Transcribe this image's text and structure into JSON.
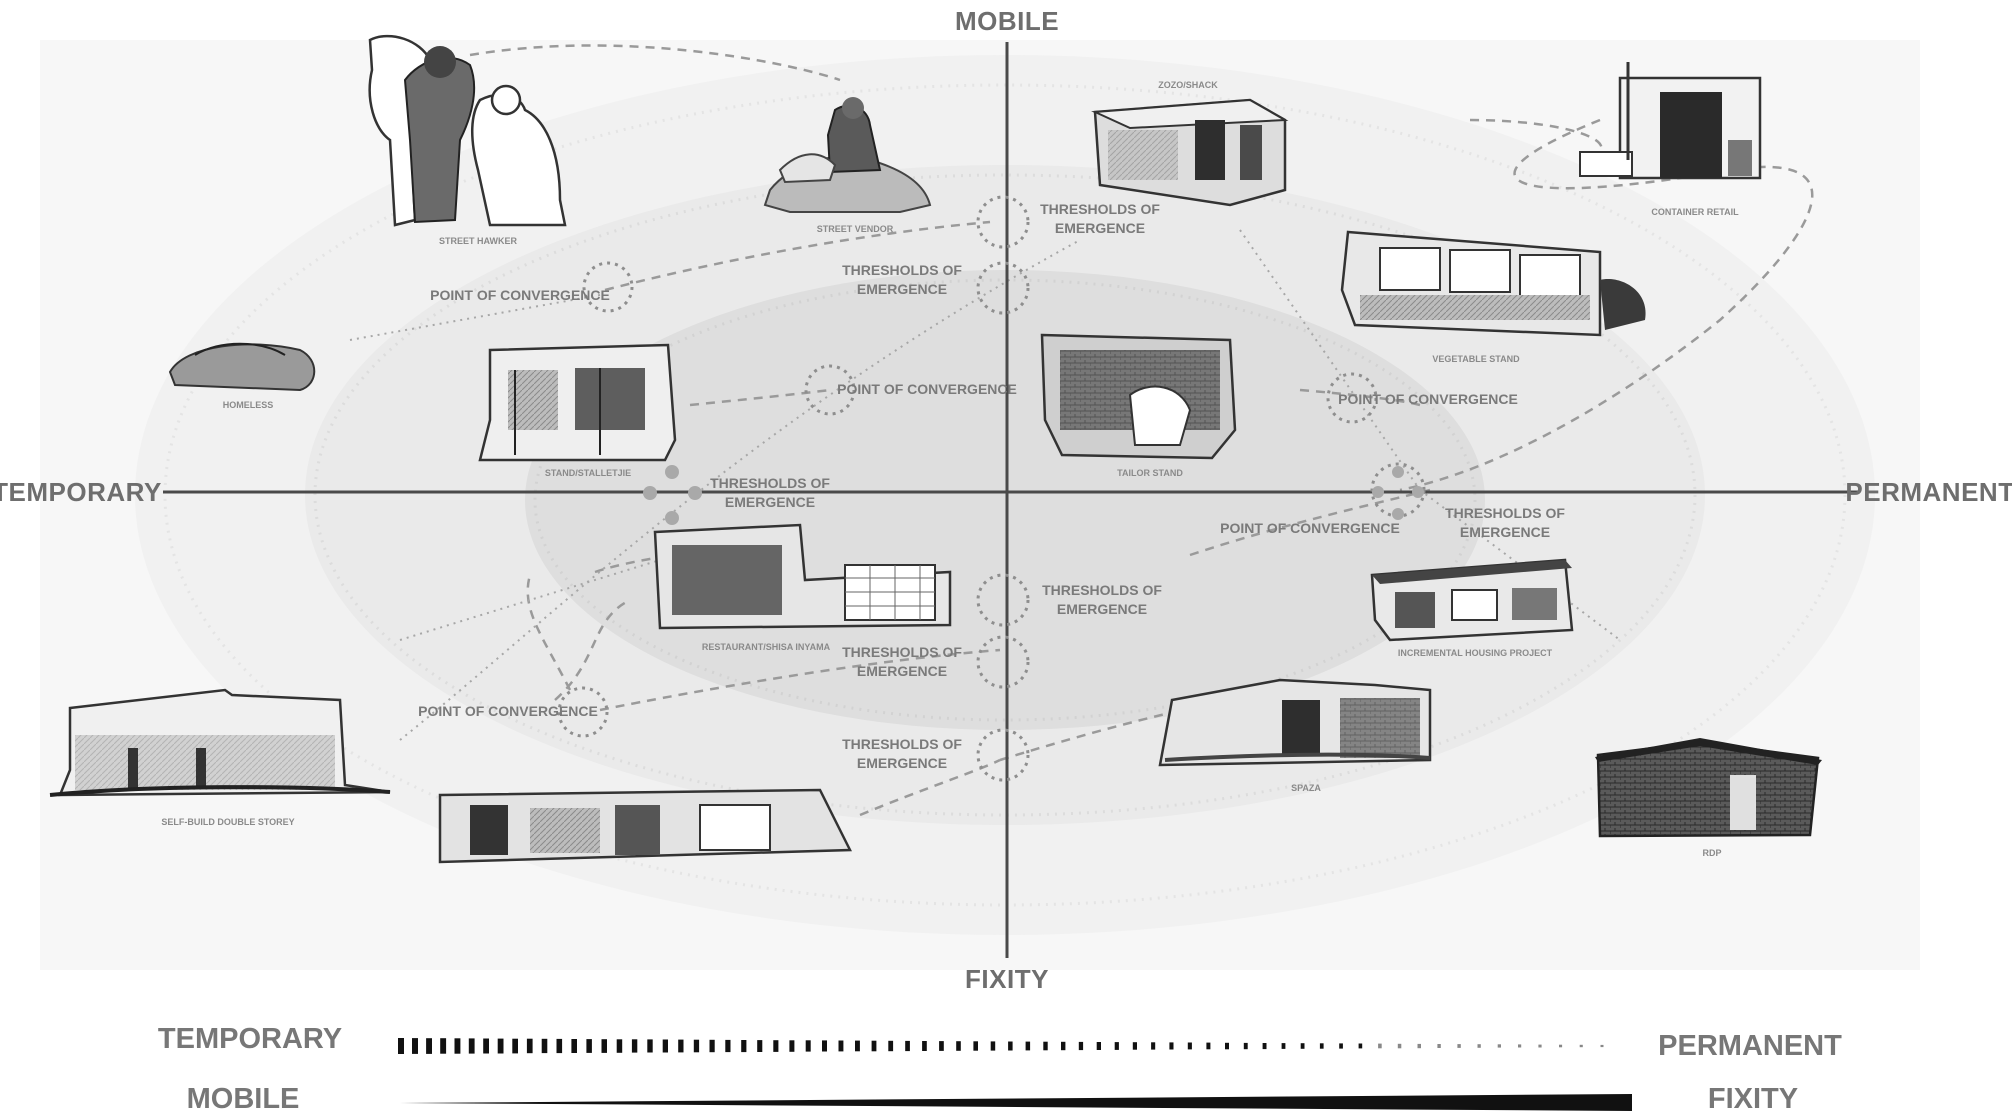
{
  "axes": {
    "top": "MOBILE",
    "bottom": "FIXITY",
    "left": "TEMPORARY",
    "right": "PERMANENT"
  },
  "annotations": {
    "convergence": "POINT OF CONVERGENCE",
    "thresholds_line1": "THRESHOLDS OF",
    "thresholds_line2": "EMERGENCE"
  },
  "typologies": {
    "street_hawker": "STREET HAWKER",
    "street_vendor": "STREET VENDOR",
    "zozo_shack": "ZOZO/SHACK",
    "container_retail": "CONTAINER RETAIL",
    "vegetable_stand": "VEGETABLE STAND",
    "homeless": "HOMELESS",
    "stand_stalletjie": "STAND/STALLETJIE",
    "tailor_stand": "TAILOR STAND",
    "restaurant": "RESTAURANT/SHISA INYAMA",
    "incremental_housing": "INCREMENTAL HOUSING PROJECT",
    "self_build": "SELF-BUILD DOUBLE STOREY",
    "spaza": "SPAZA",
    "rdp": "RDP"
  },
  "legend": {
    "temporary": "TEMPORARY",
    "permanent": "PERMANENT",
    "mobile": "MOBILE",
    "fixity": "FIXITY"
  },
  "colors": {
    "axis": "#555555",
    "text": "#777777",
    "halo_outer": "#f3f3f3",
    "halo_mid": "#ececec",
    "halo_inner": "#e1e1e1",
    "building_dark": "#3a3a3a",
    "building_light": "#cfcfcf"
  }
}
